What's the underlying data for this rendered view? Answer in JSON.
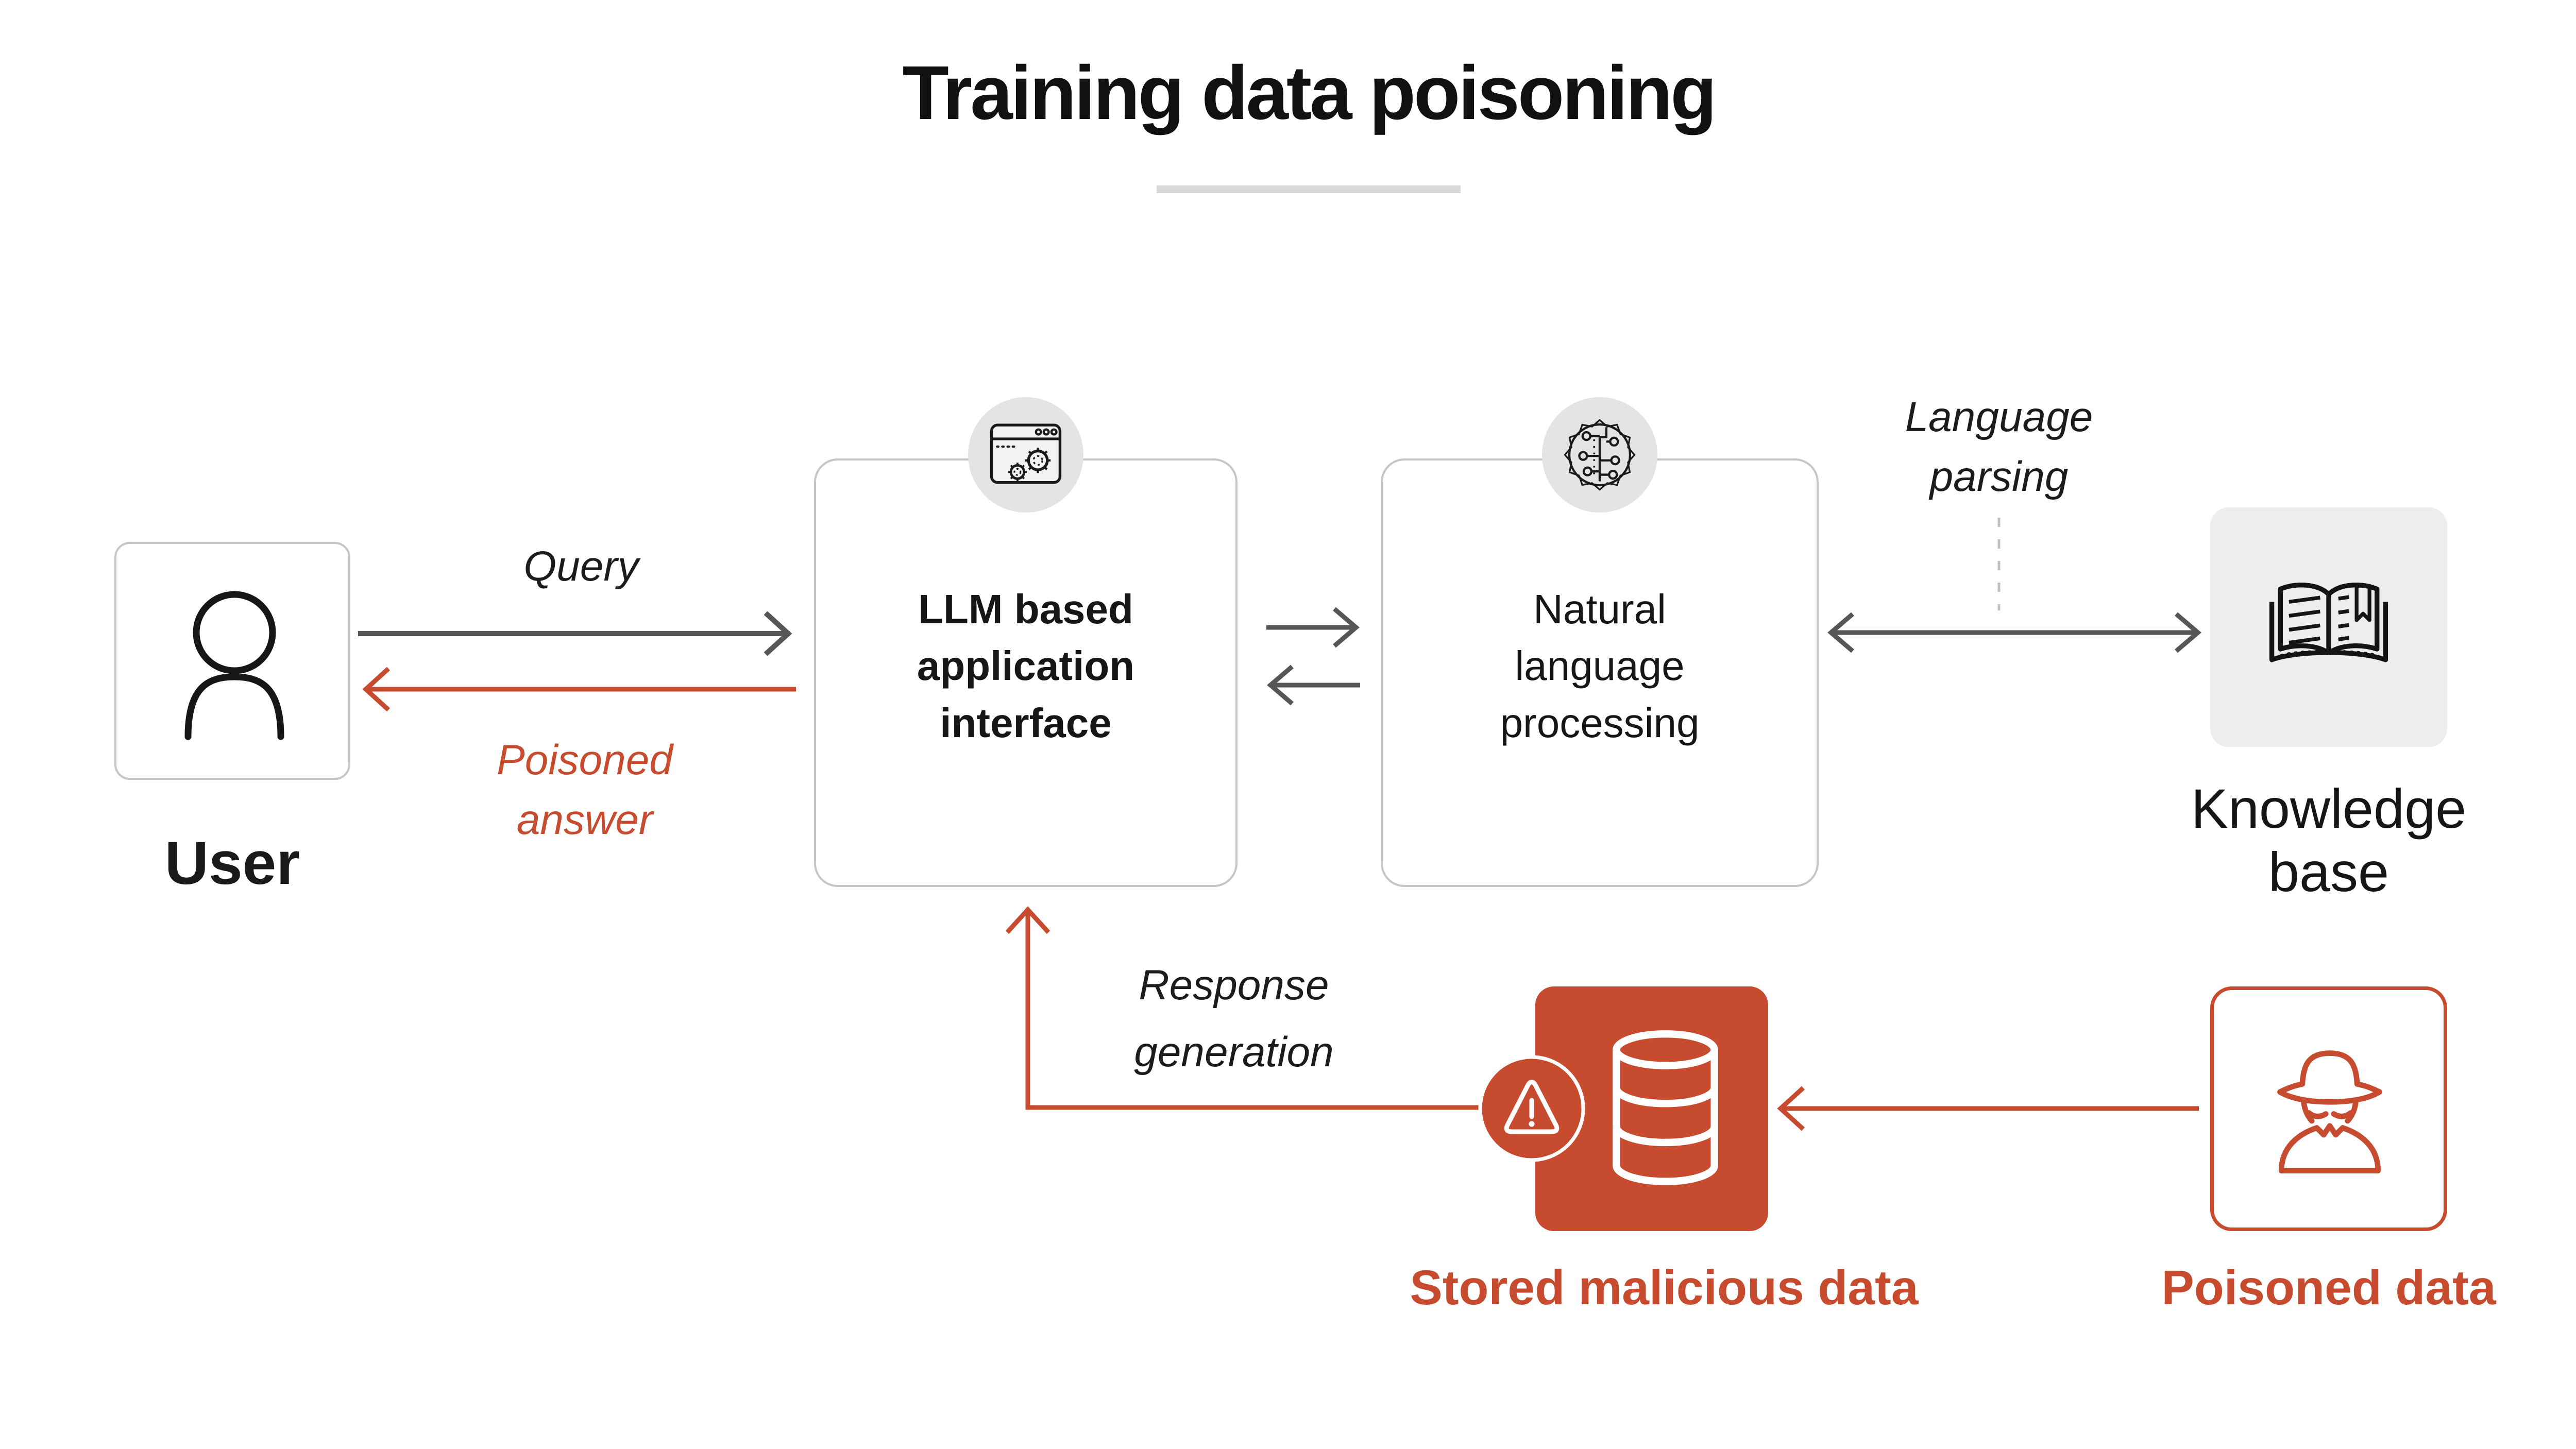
{
  "title": "Training data poisoning",
  "palette": {
    "accent_red": "#C74B2E",
    "arrow_gray": "#565656",
    "box_border_gray": "#C6C6C6",
    "icon_circle_gray": "#E4E4E4",
    "kb_box_gray": "#EDEDED",
    "underline_gray": "#D9D9D9",
    "text_black": "#1A1A1A"
  },
  "nodes": {
    "user": {
      "label": "User",
      "icon": "person-icon"
    },
    "llm": {
      "lines": [
        "LLM based",
        "application",
        "interface"
      ],
      "icon": "browser-gears-icon"
    },
    "nlp": {
      "lines": [
        "Natural",
        "language",
        "processing"
      ],
      "icon": "circuit-brain-icon"
    },
    "knowledge_base": {
      "lines": [
        "Knowledge",
        "base"
      ],
      "icon": "open-book-icon"
    },
    "stored_malicious_data": {
      "label": "Stored malicious data",
      "icons": [
        "warning-triangle-icon",
        "database-icon"
      ]
    },
    "poisoned_data": {
      "label": "Poisoned data",
      "icon": "spy-icon"
    }
  },
  "edges": {
    "query": {
      "label": "Query"
    },
    "poisoned_answer": {
      "lines": [
        "Poisoned",
        "answer"
      ]
    },
    "language_parsing": {
      "lines": [
        "Language",
        "parsing"
      ]
    },
    "response_generation": {
      "lines": [
        "Response",
        "generation"
      ]
    }
  }
}
